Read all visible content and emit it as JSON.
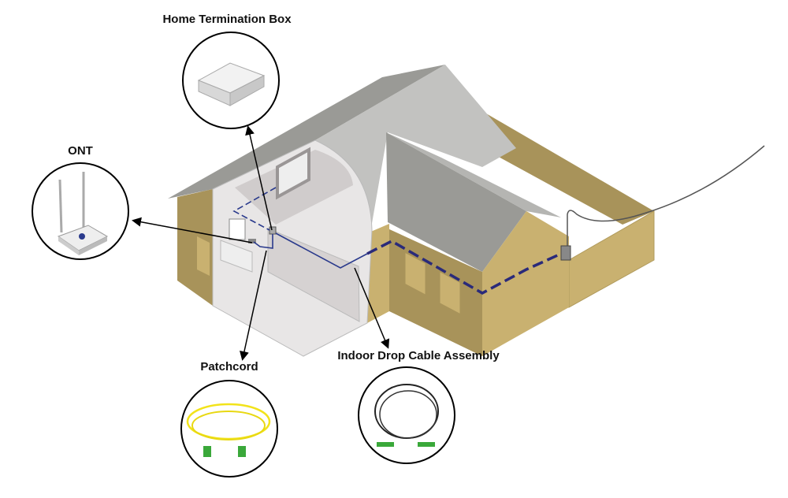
{
  "labels": {
    "htb": "Home Termination Box",
    "ont": "ONT",
    "patchcord": "Patchcord",
    "drop": "Indoor Drop Cable Assembly"
  },
  "colors": {
    "wall_tan": "#c9b170",
    "wall_tan_dark": "#a8935a",
    "roof_dark": "#9a9a96",
    "roof_light": "#c2c2c0",
    "interior": "#e4e2e2",
    "cable_blue": "#2a3a8c",
    "patchcord_yellow": "#f2e31a",
    "connector_green": "#3aa83a"
  },
  "icons": [
    "home-termination-box-icon",
    "ont-router-icon",
    "patchcord-icon",
    "indoor-drop-cable-icon"
  ]
}
